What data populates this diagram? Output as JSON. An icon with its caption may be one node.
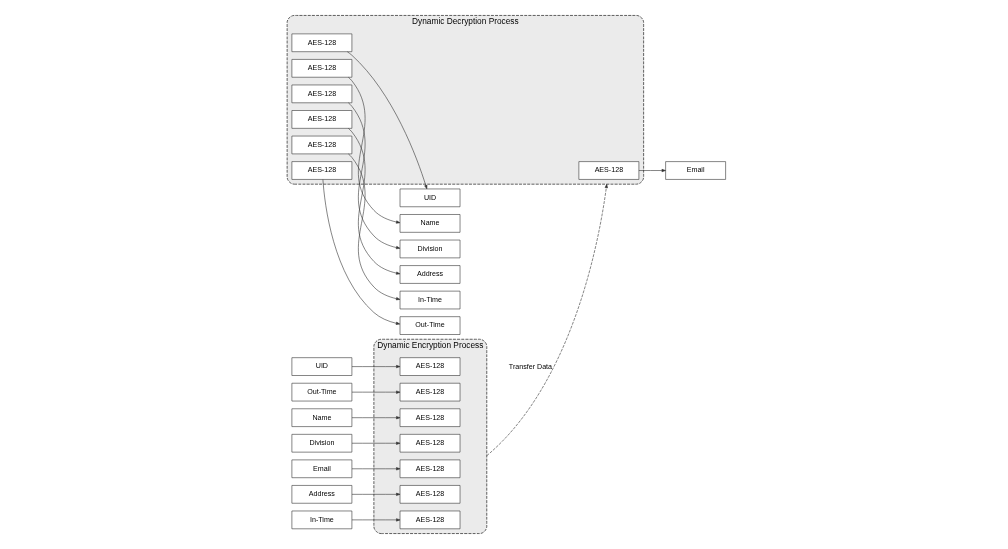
{
  "diagram": {
    "nodes": [
      {
        "text": [
          "UID"
        ]
      },
      {
        "text": [
          "Name"
        ]
      },
      {
        "text": [
          "Division"
        ]
      },
      {
        "text": [
          "Email"
        ]
      },
      {
        "text": [
          "Address"
        ]
      },
      {
        "text": [
          "In-Time"
        ]
      },
      {
        "text": [
          "Out-Time"
        ]
      },
      {
        "text": [
          "Dynamic Encryption Process"
        ]
      },
      {
        "text": [
          "AES-128"
        ],
        "in": 7
      },
      {
        "text": [
          "AES-128"
        ],
        "in": 7
      },
      {
        "text": [
          "AES-128"
        ],
        "in": 7
      },
      {
        "text": [
          "AES-128"
        ],
        "in": 7
      },
      {
        "text": [
          "AES-128"
        ],
        "in": 7
      },
      {
        "text": [
          "AES-128"
        ],
        "in": 7
      },
      {
        "text": [
          "AES-128"
        ],
        "in": 7
      },
      {
        "text": [
          "Dynamic Decryption Process"
        ]
      },
      {
        "text": [
          "AES-128"
        ],
        "in": 15
      },
      {
        "text": [
          "AES-128"
        ],
        "in": 15
      },
      {
        "text": [
          "AES-128"
        ],
        "in": 15
      },
      {
        "text": [
          "AES-128"
        ],
        "in": 15
      },
      {
        "text": [
          "AES-128"
        ],
        "in": 15
      },
      {
        "text": [
          "AES-128"
        ],
        "in": 15
      },
      {
        "text": [
          "AES-128"
        ],
        "in": 15
      },
      {
        "text": [
          "UID"
        ]
      },
      {
        "text": [
          "Name"
        ]
      },
      {
        "text": [
          "Division"
        ]
      },
      {
        "text": [
          "Email"
        ]
      },
      {
        "text": [
          "Address"
        ]
      },
      {
        "text": [
          "In-Time"
        ]
      },
      {
        "text": [
          "Out-Time"
        ]
      }
    ],
    "edges": [
      {
        "from": 0,
        "to": 8,
        "arrow": "to"
      },
      {
        "from": 1,
        "to": 9,
        "arrow": "to"
      },
      {
        "from": 2,
        "to": 10,
        "arrow": "to"
      },
      {
        "from": 3,
        "to": 11,
        "arrow": "to"
      },
      {
        "from": 4,
        "to": 12,
        "arrow": "to"
      },
      {
        "from": 5,
        "to": 13,
        "arrow": "to"
      },
      {
        "from": 6,
        "to": 14,
        "arrow": "to"
      },
      {
        "from": 7,
        "to": 15,
        "arrow": "to",
        "label": "Transfer Data",
        "style": "dashed"
      },
      {
        "from": 16,
        "to": 23,
        "arrow": "to"
      },
      {
        "from": 17,
        "to": 24,
        "arrow": "to"
      },
      {
        "from": 18,
        "to": 25,
        "arrow": "to"
      },
      {
        "from": 19,
        "to": 26,
        "arrow": "to"
      },
      {
        "from": 20,
        "to": 27,
        "arrow": "to"
      },
      {
        "from": 21,
        "to": 28,
        "arrow": "to"
      },
      {
        "from": 22,
        "to": 29,
        "arrow": "to"
      }
    ]
  }
}
